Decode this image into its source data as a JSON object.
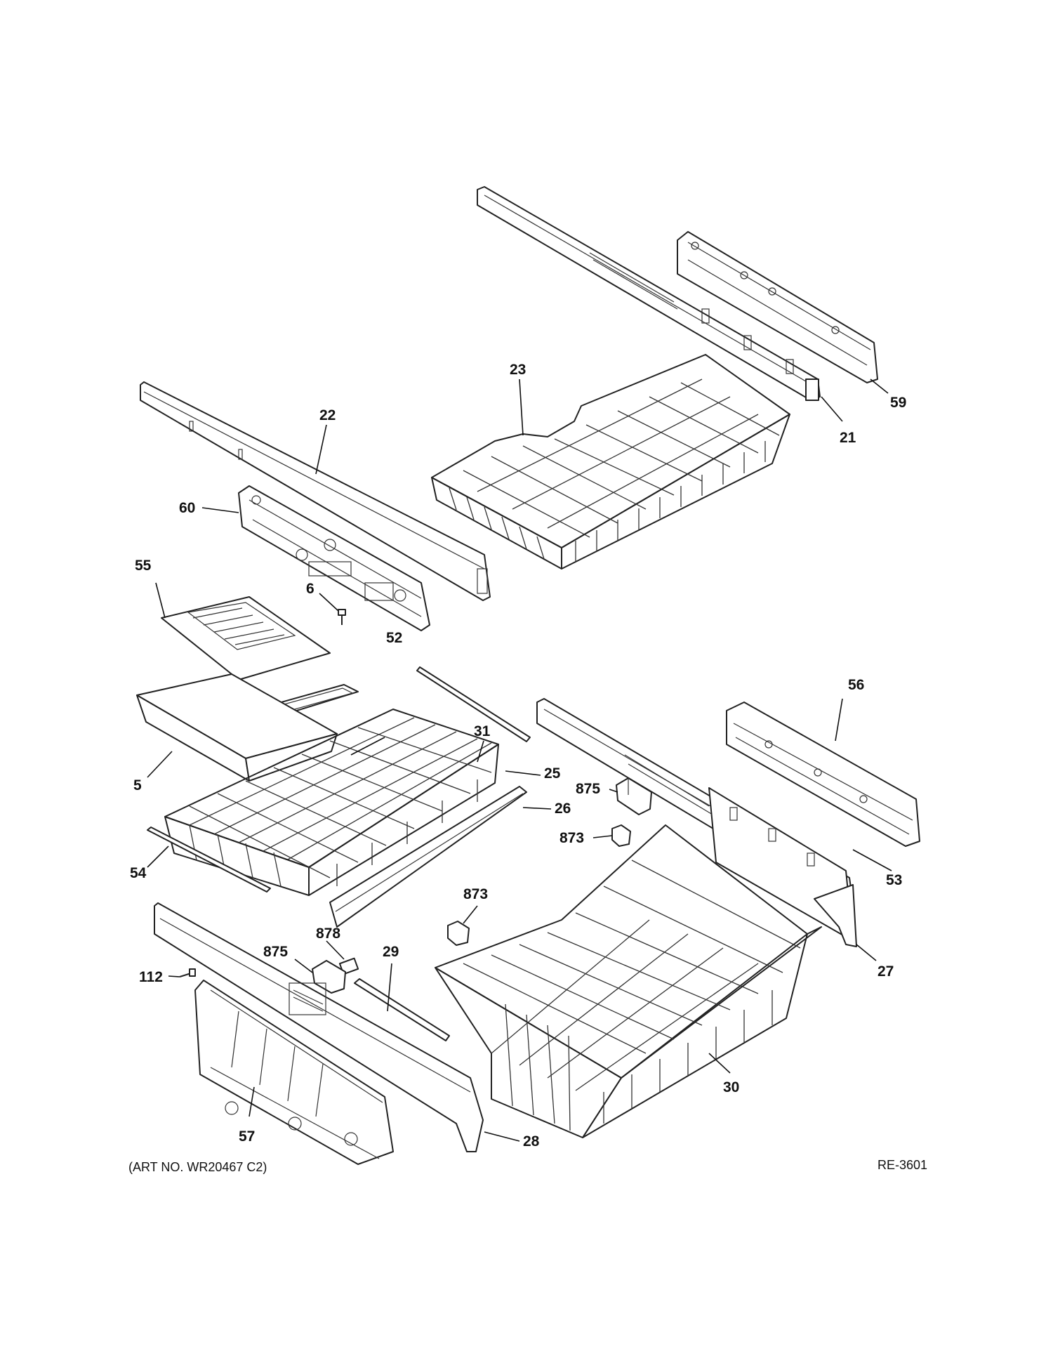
{
  "callouts": {
    "c21": "21",
    "c22": "22",
    "c23": "23",
    "c59": "59",
    "c60": "60",
    "c55": "55",
    "c6": "6",
    "c52": "52",
    "c31": "31",
    "c56": "56",
    "c5": "5",
    "c25": "25",
    "c26": "26",
    "c875a": "875",
    "c873a": "873",
    "c53": "53",
    "c54": "54",
    "c873b": "873",
    "c27": "27",
    "c878": "878",
    "c875b": "875",
    "c29": "29",
    "c112": "112",
    "c30": "30",
    "c57": "57",
    "c28": "28"
  },
  "footer": {
    "art_number": "(ART NO. WR20467 C2)",
    "ref_code": "RE-3601"
  }
}
